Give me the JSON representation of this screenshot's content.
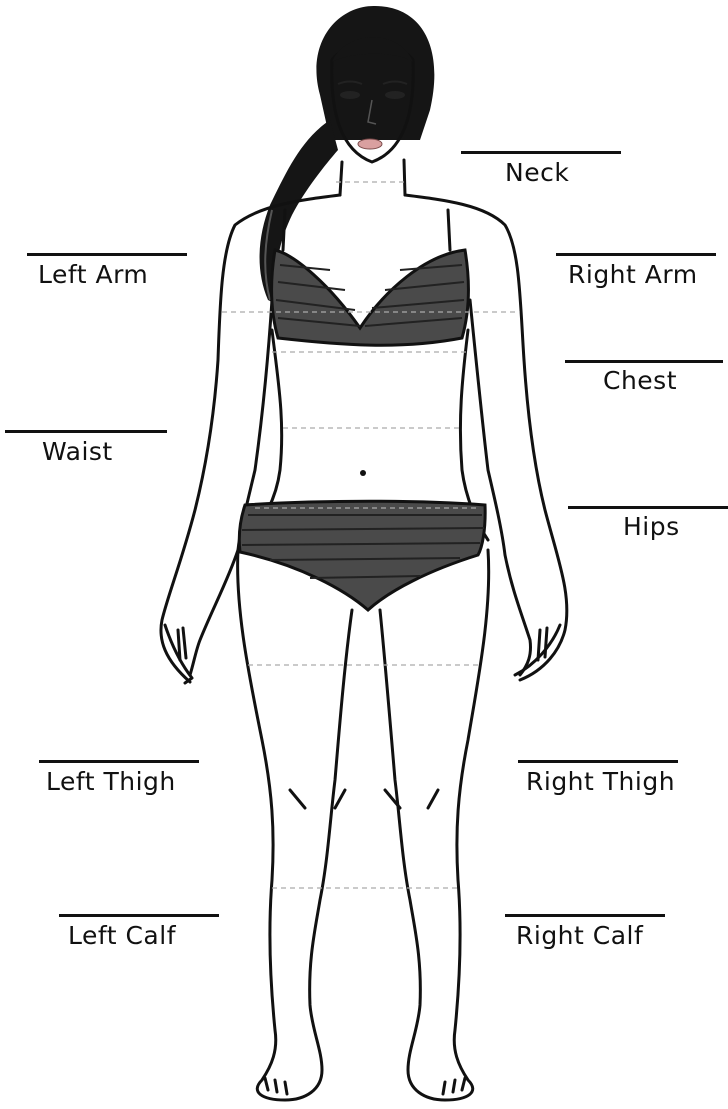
{
  "labels": {
    "neck": "Neck",
    "left_arm": "Left Arm",
    "right_arm": "Right Arm",
    "chest": "Chest",
    "waist": "Waist",
    "hips": "Hips",
    "left_thigh": "Left Thigh",
    "right_thigh": "Right Thigh",
    "left_calf": "Left Calf",
    "right_calf": "Right Calf"
  },
  "colors": {
    "outline": "#111111",
    "garment": "#4a4a4a",
    "garment_stripe": "#222222",
    "hair": "#151515",
    "skin": "#ffffff",
    "guide": "#aaaaaa"
  }
}
